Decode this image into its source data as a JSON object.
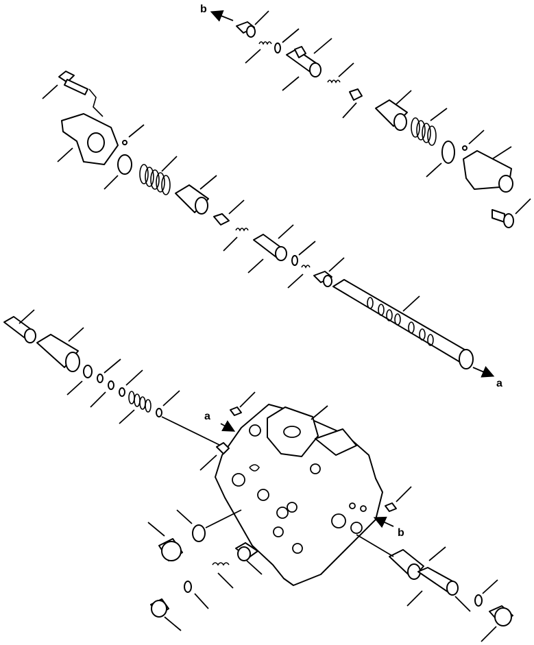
{
  "labels": {
    "top_arrow": "b",
    "right_arrow": "a",
    "body_arrow_a": "a",
    "body_arrow_b": "b"
  }
}
